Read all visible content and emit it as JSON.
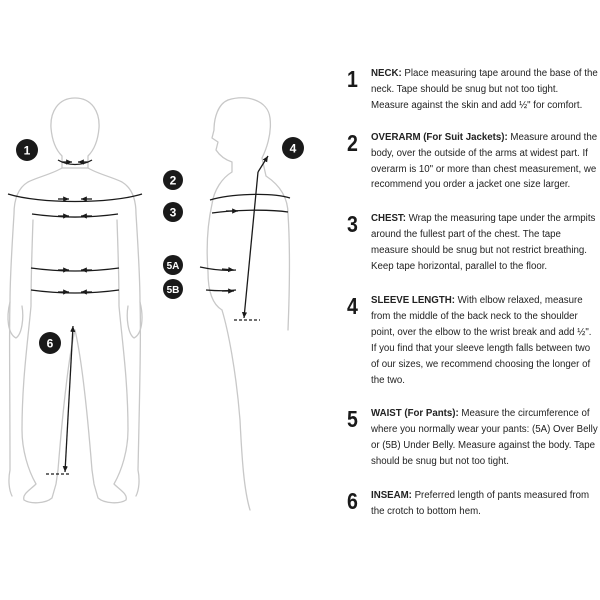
{
  "badges": {
    "b1": "1",
    "b2": "2",
    "b3": "3",
    "b4": "4",
    "b5a": "5A",
    "b5b": "5B",
    "b6": "6"
  },
  "steps": [
    {
      "number": "1",
      "title": "NECK:",
      "text": " Place measuring tape around the base of the neck. Tape should be snug but not too tight. Measure against the skin and add ½\" for comfort."
    },
    {
      "number": "2",
      "title": "OVERARM (For Suit Jackets):",
      "text": " Measure around the body, over the outside of the arms at widest part. If overarm is 10\" or more than chest measurement, we recommend you order a jacket one size larger."
    },
    {
      "number": "3",
      "title": "CHEST:",
      "text": " Wrap the measuring tape under the armpits around the fullest part of the chest. The tape measure should be snug but not restrict breathing. Keep tape horizontal, parallel to the floor."
    },
    {
      "number": "4",
      "title": "SLEEVE LENGTH:",
      "text": " With elbow relaxed, measure from the middle of the back neck to the shoulder point, over the elbow to the wrist break and add ½\". If you find that your sleeve length falls between two of our sizes, we recommend choosing the longer of the two."
    },
    {
      "number": "5",
      "title": "WAIST (For Pants):",
      "text": "  Measure the circumference of where you normally wear your pants: (5A) Over Belly or (5B) Under Belly. Measure against the body. Tape should be snug but not too tight."
    },
    {
      "number": "6",
      "title": "INSEAM:",
      "text": " Preferred length of pants measured from the crotch to bottom hem."
    }
  ],
  "colors": {
    "outline": "#c8c8c8",
    "badge": "#1a1a1a",
    "arrow": "#1a1a1a"
  }
}
